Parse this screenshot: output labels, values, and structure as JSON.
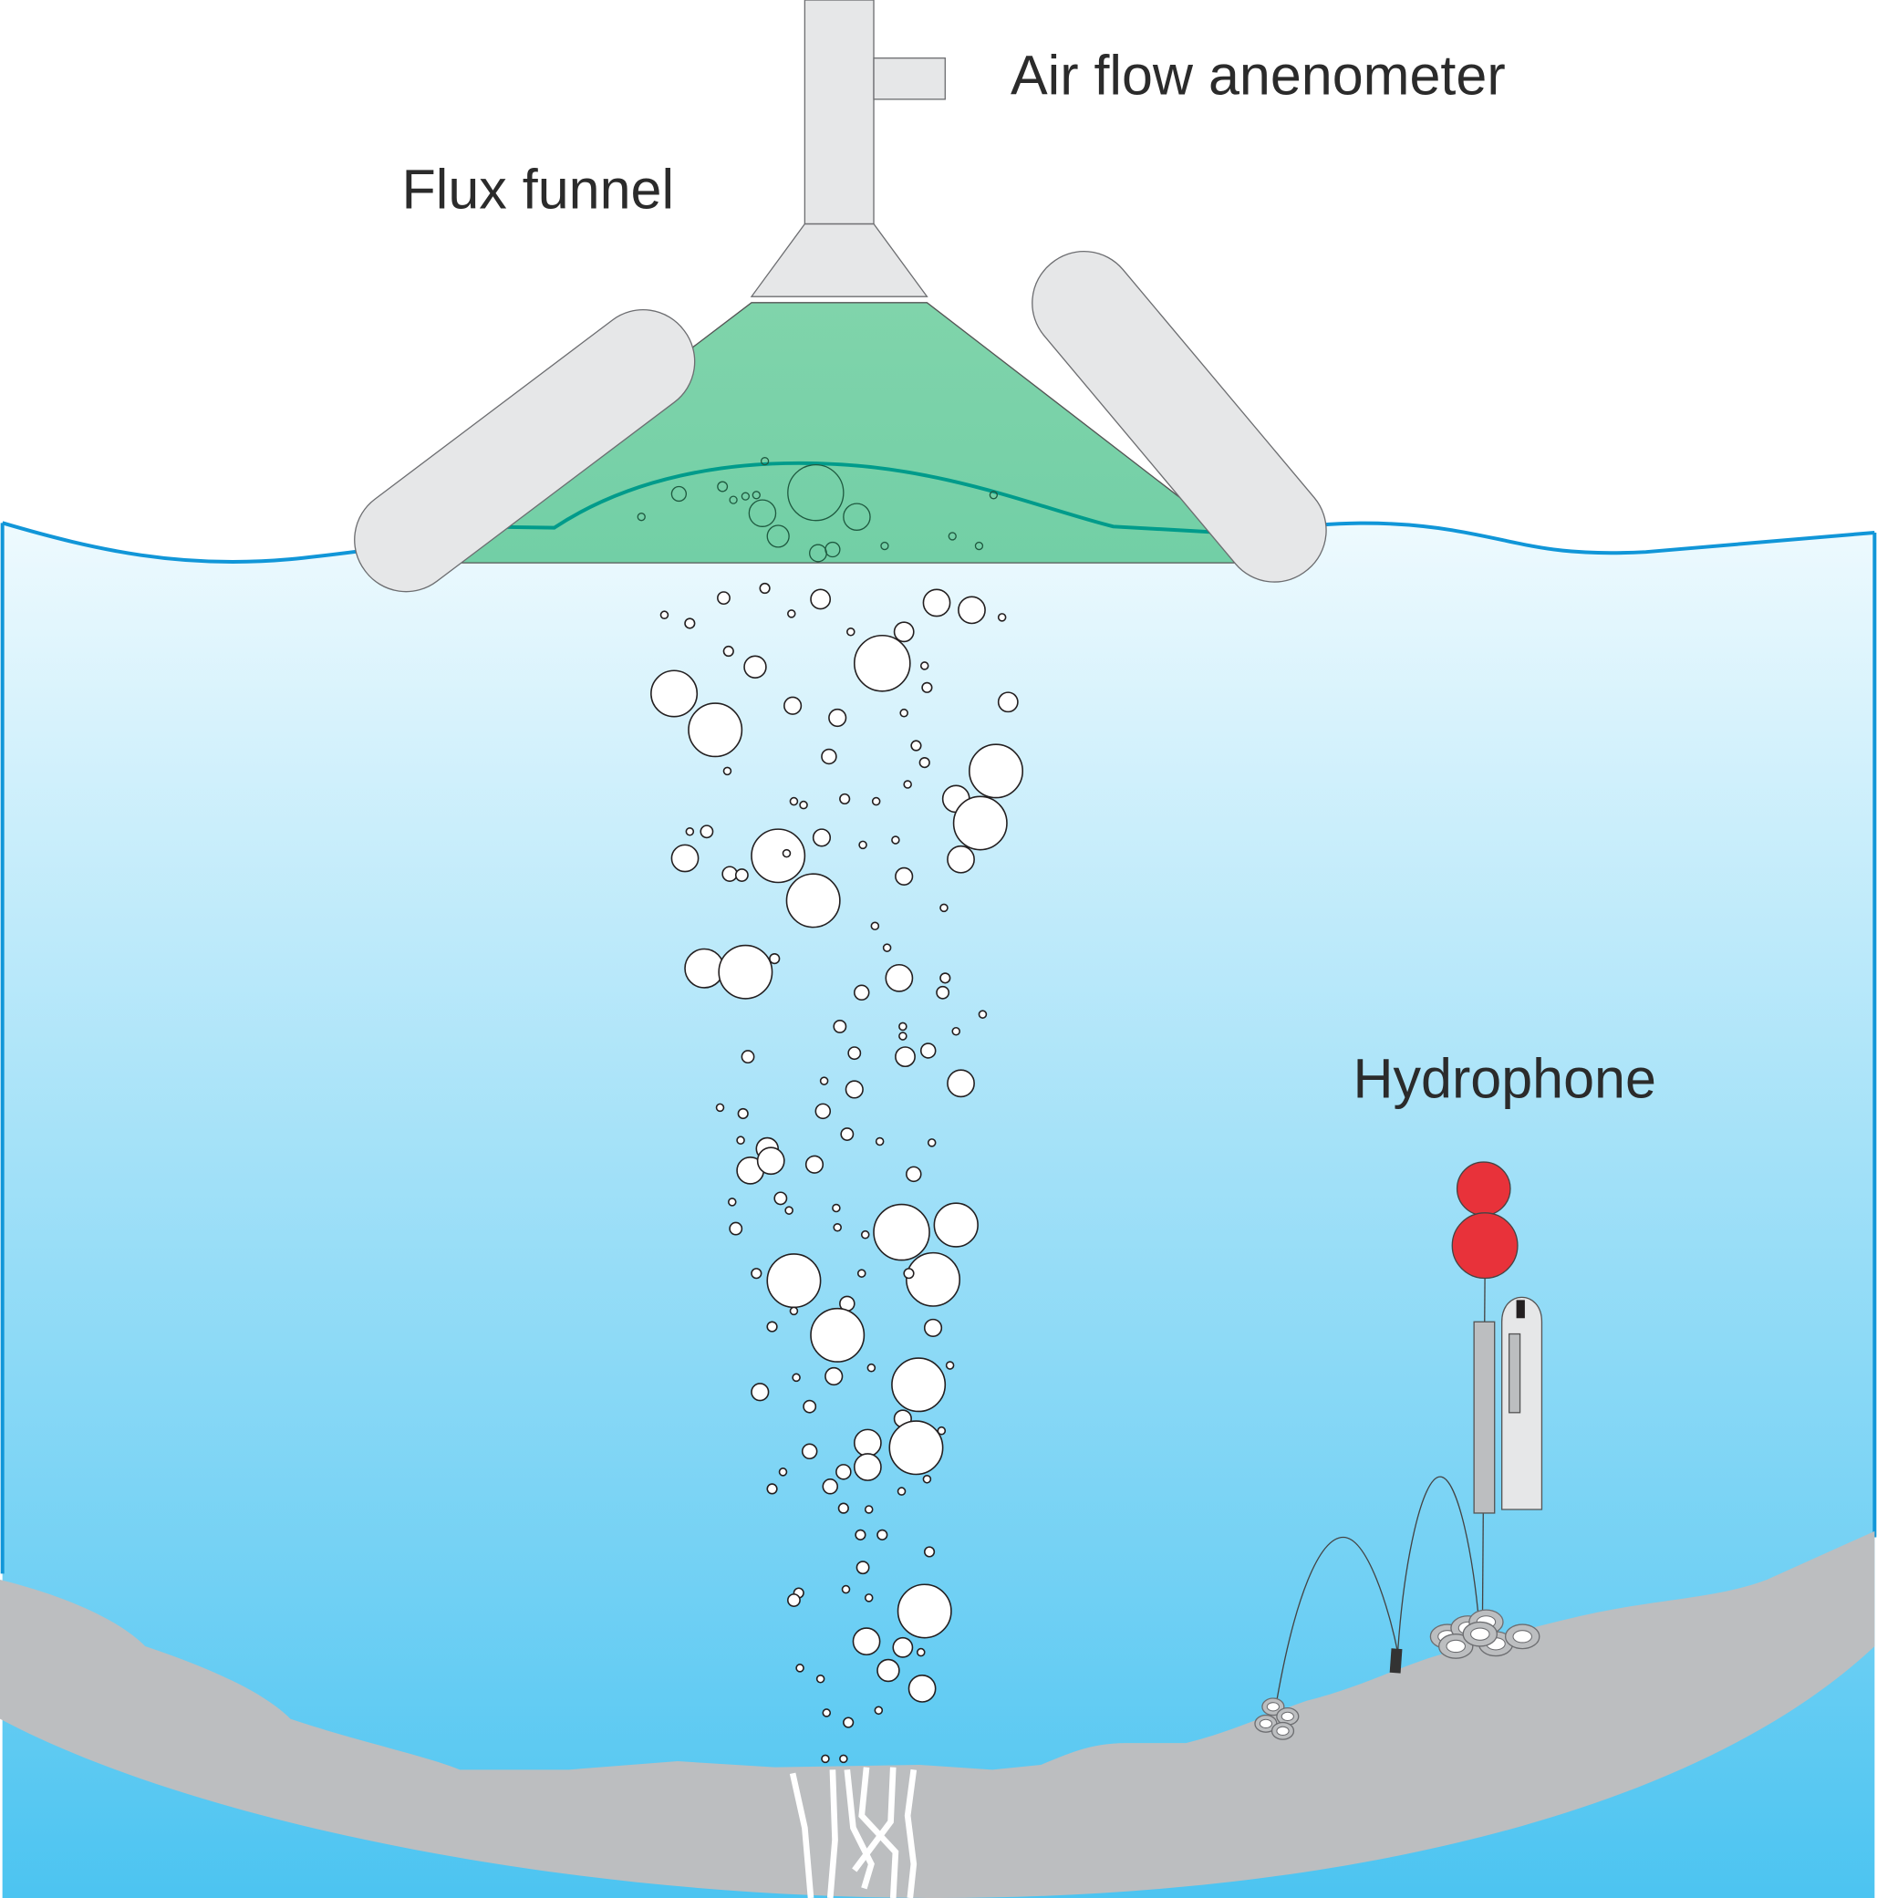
{
  "diagram": {
    "title": "Gas seep monitoring setup",
    "labels": {
      "anemometer": "Air flow anenometer",
      "funnel": "Flux funnel",
      "hydrophone": "Hydrophone"
    },
    "colors": {
      "water_top": "#eef9fd",
      "water_bottom": "#4cc4f1",
      "surface_line": "#1196d8",
      "funnel_fill": "#7dd3ab",
      "funnel_line": "#009b8b",
      "float_gray": "#e6e7e8",
      "sediment": "#bcbec0",
      "buoy_red": "#e8323a",
      "hydrophone_body": "#bcbec0",
      "recorder_body": "#e6e7e8"
    }
  }
}
